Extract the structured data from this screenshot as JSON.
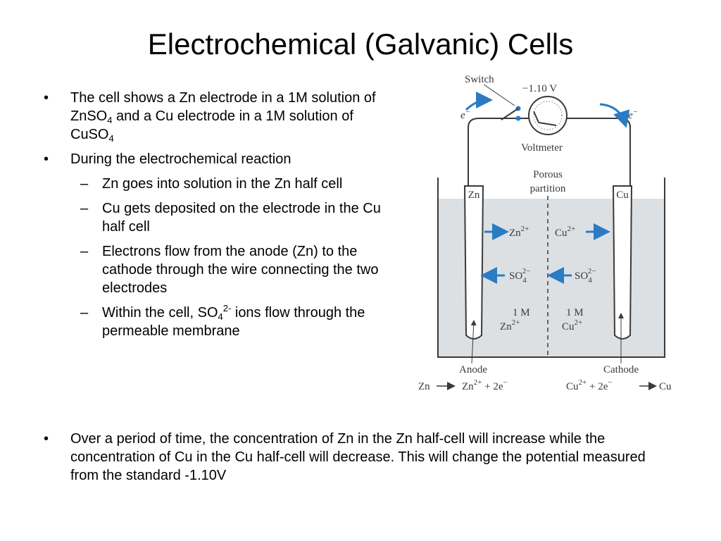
{
  "title": "Electrochemical (Galvanic) Cells",
  "bullets": {
    "b1_part1": "The cell shows a Zn electrode in a 1M solution of ZnSO",
    "b1_sub1": "4",
    "b1_part2": " and a Cu electrode in a 1M solution of CuSO",
    "b1_sub2": "4",
    "b2": "During the electrochemical reaction",
    "sub1": "Zn goes into solution in the Zn half cell",
    "sub2": "Cu gets deposited on the electrode in the Cu half cell",
    "sub3": "Electrons flow from the anode (Zn) to the cathode through the wire connecting the two electrodes",
    "sub4_part1": "Within the cell, SO",
    "sub4_sub": "4",
    "sub4_sup": "2-",
    "sub4_part2": " ions flow through the permeable membrane",
    "bottom": "Over a period of time, the concentration of Zn in the Zn half-cell will increase while the concentration of Cu in the Cu half-cell will decrease. This will change the potential measured from the standard -1.10V"
  },
  "bullet_symbol": "•",
  "dash_symbol": "–",
  "figure": {
    "switch": "Switch",
    "voltage": "−1.10 V",
    "voltmeter": "Voltmeter",
    "electron": "e",
    "electron_sup": "−",
    "porous1": "Porous",
    "porous2": "partition",
    "zn": "Zn",
    "cu": "Cu",
    "zn_ion": "Zn",
    "cu_ion": "Cu",
    "ion_charge": "2+",
    "so4": "SO",
    "so4_sub": "4",
    "so4_sup": "2−",
    "conc": "1 M",
    "anode": "Anode",
    "cathode": "Cathode",
    "anode_eq_left": "Zn",
    "anode_eq_right_a": "Zn",
    "anode_eq_right_b": " + 2e",
    "cathode_eq_left_a": "Cu",
    "cathode_eq_left_b": " + 2e",
    "cathode_eq_right": "Cu",
    "minus": "−",
    "colors": {
      "arrow": "#2b7bc4",
      "solution": "#dde0e3",
      "line": "#3a3a3a"
    }
  }
}
